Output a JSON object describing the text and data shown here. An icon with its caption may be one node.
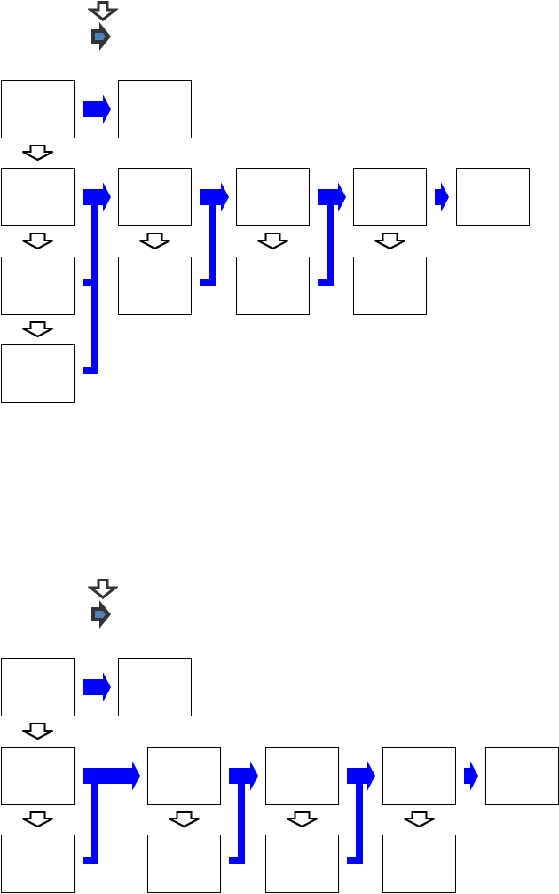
{
  "diagram": {
    "nodes": [
      {
        "text": [],
        "shape": "box"
      },
      {
        "text": [],
        "shape": "box"
      },
      {
        "text": [],
        "shape": "box"
      },
      {
        "text": [],
        "shape": "box"
      },
      {
        "text": [],
        "shape": "box"
      },
      {
        "text": [],
        "shape": "box"
      },
      {
        "text": [],
        "shape": "box"
      },
      {
        "text": [],
        "shape": "box"
      },
      {
        "text": [],
        "shape": "box"
      },
      {
        "text": [],
        "shape": "box"
      },
      {
        "text": [],
        "shape": "box"
      },
      {
        "text": [],
        "shape": "box"
      },
      {
        "text": [],
        "shape": "box"
      },
      {
        "text": [],
        "shape": "box"
      },
      {
        "text": [],
        "shape": "box"
      },
      {
        "text": [],
        "shape": "box"
      },
      {
        "text": [],
        "shape": "box"
      },
      {
        "text": [],
        "shape": "box"
      },
      {
        "text": [],
        "shape": "box"
      },
      {
        "text": [],
        "shape": "box"
      },
      {
        "text": [],
        "shape": "box"
      },
      {
        "text": [],
        "shape": "box"
      },
      {
        "text": [],
        "shape": "box"
      }
    ],
    "edges": [
      {
        "from": 0,
        "to": 1,
        "arrow": "to"
      },
      {
        "from": 0,
        "to": 2,
        "arrow": "to",
        "color": "#000000"
      },
      {
        "from": 2,
        "to": 7,
        "arrow": "to",
        "color": "#000000"
      },
      {
        "from": 7,
        "to": 11,
        "arrow": "to",
        "color": "#000000"
      },
      {
        "from": 2,
        "to": 3,
        "arrow": "to"
      },
      {
        "from": 7,
        "to": 3,
        "arrow": "to"
      },
      {
        "from": 11,
        "to": 3,
        "arrow": "to"
      },
      {
        "from": 3,
        "to": 8,
        "arrow": "to",
        "color": "#000000"
      },
      {
        "from": 3,
        "to": 4,
        "arrow": "to"
      },
      {
        "from": 8,
        "to": 4,
        "arrow": "to"
      },
      {
        "from": 4,
        "to": 9,
        "arrow": "to",
        "color": "#000000"
      },
      {
        "from": 4,
        "to": 5,
        "arrow": "to"
      },
      {
        "from": 9,
        "to": 5,
        "arrow": "to"
      },
      {
        "from": 5,
        "to": 10,
        "arrow": "to",
        "color": "#000000"
      },
      {
        "from": 5,
        "to": 6,
        "arrow": "to"
      },
      {
        "from": 12,
        "to": 13,
        "arrow": "to"
      },
      {
        "from": 12,
        "to": 14,
        "arrow": "to",
        "color": "#000000"
      },
      {
        "from": 14,
        "to": 19,
        "arrow": "to",
        "color": "#000000"
      },
      {
        "from": 14,
        "to": 15,
        "arrow": "to"
      },
      {
        "from": 19,
        "to": 15,
        "arrow": "to"
      },
      {
        "from": 15,
        "to": 20,
        "arrow": "to",
        "color": "#000000"
      },
      {
        "from": 15,
        "to": 16,
        "arrow": "to"
      },
      {
        "from": 20,
        "to": 16,
        "arrow": "to"
      },
      {
        "from": 16,
        "to": 21,
        "arrow": "to",
        "color": "#000000"
      },
      {
        "from": 16,
        "to": 17,
        "arrow": "to"
      },
      {
        "from": 21,
        "to": 17,
        "arrow": "to"
      },
      {
        "from": 17,
        "to": 22,
        "arrow": "to",
        "color": "#000000"
      },
      {
        "from": 17,
        "to": 18,
        "arrow": "to"
      }
    ]
  }
}
